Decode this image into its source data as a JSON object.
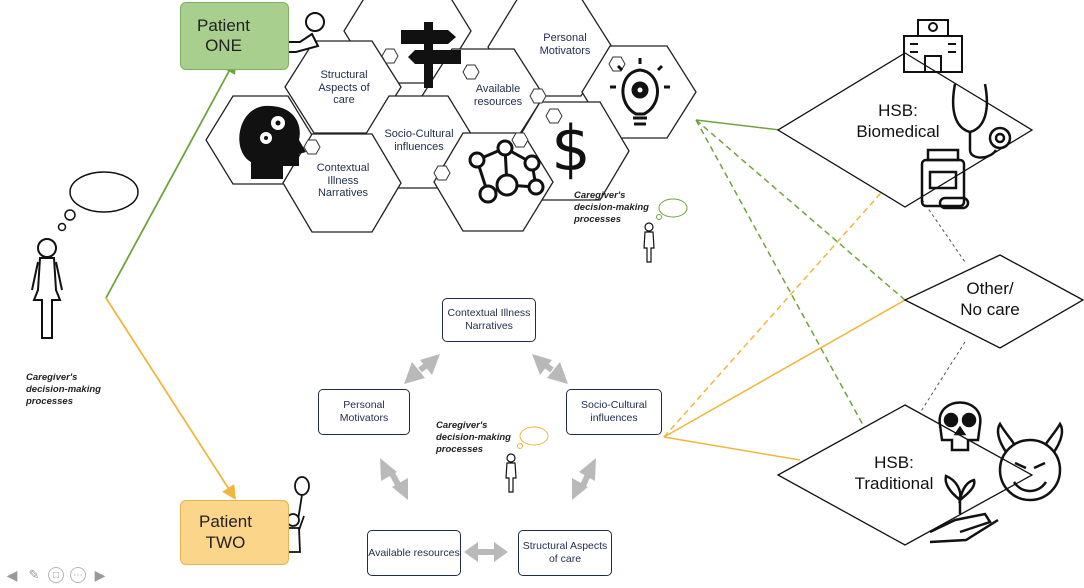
{
  "patient_one": {
    "line1": "Patient",
    "line2": "ONE"
  },
  "patient_two": {
    "line1": "Patient",
    "line2": "TWO"
  },
  "hexagons": {
    "structural": "Structural Aspects of care",
    "available": "Available resources",
    "personal": "Personal Motivators",
    "socio": "Socio-Cultural influences",
    "contextual": "Contextual Illness Narratives"
  },
  "cycle": {
    "contextual": "Contextual Illness Narratives",
    "socio": "Socio-Cultural influences",
    "personal": "Personal Motivators",
    "available": "Available resources",
    "structural": "Structural Aspects of care"
  },
  "caption_left": "Caregiver's\ndecision-making\nprocesses",
  "caption_top": "Caregiver's\ndecision-making\nprocesses",
  "caption_mid": "Caregiver's\ndecision-making\nprocesses",
  "hsb_biomedical": "HSB:\nBiomedical",
  "hsb_other": "Other/\nNo care",
  "hsb_traditional": "HSB:\nTraditional",
  "colors": {
    "green": "#70a33c",
    "yellow": "#f0b63c",
    "navy": "#1f2d4a",
    "arrow": "#b9b9b9"
  },
  "icons": [
    "signpost-icon",
    "lightbulb-gear-icon",
    "head-gears-icon",
    "network-icon",
    "dollar-icon",
    "hospital-icon",
    "stethoscope-icon",
    "pill-bottle-icon",
    "skull-icon",
    "devil-icon",
    "plant-hand-icon",
    "caregiver-icon",
    "thought-bubble-icon",
    "crawling-baby-icon",
    "child-balloon-icon"
  ],
  "toolbar": [
    "back-icon",
    "pen-icon",
    "slide-icon",
    "more-icon",
    "forward-icon"
  ]
}
